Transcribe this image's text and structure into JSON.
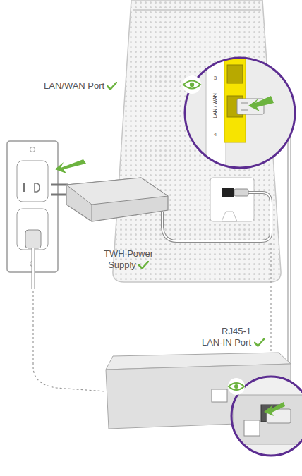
{
  "diagram": {
    "labels": [
      "LAN/WAN Port",
      "3",
      "LAN / WAN",
      "4",
      "TWH Power Supply",
      "RJ45-1 LAN-IN Port"
    ]
  }
}
